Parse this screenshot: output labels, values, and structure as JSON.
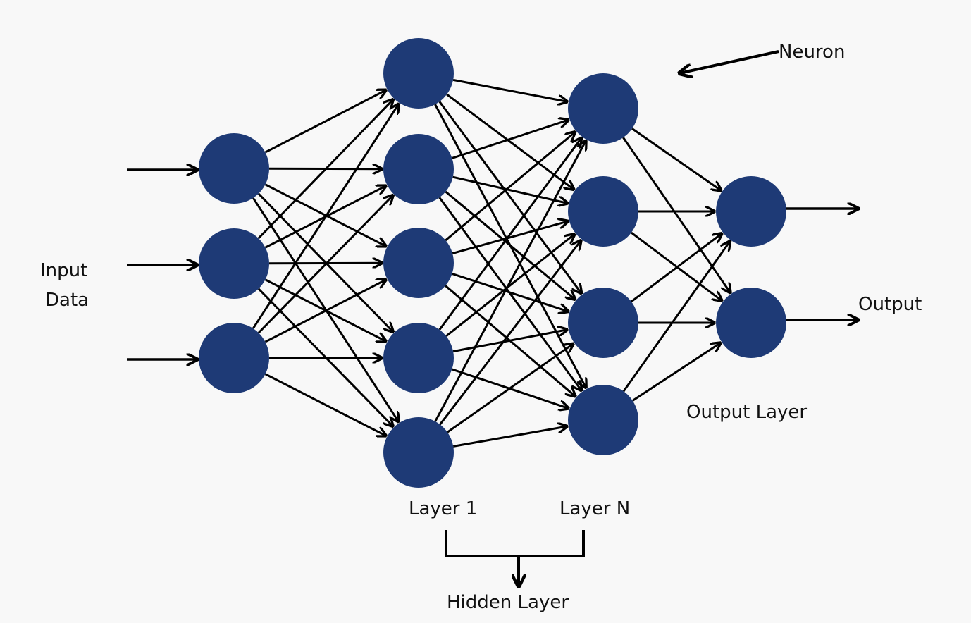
{
  "colors": {
    "neuron": "#1e3a76",
    "line": "#000000",
    "background": "#f8f8f8"
  },
  "layers": [
    {
      "id": "input",
      "neurons": 3
    },
    {
      "id": "hidden-1",
      "neurons": 5
    },
    {
      "id": "hidden-n",
      "neurons": 4
    },
    {
      "id": "output",
      "neurons": 2
    }
  ],
  "labels": {
    "input_line1": "Input",
    "input_line2": "Data",
    "neuron": "Neuron",
    "output": "Output",
    "output_layer": "Output Layer",
    "layer1": "Layer 1",
    "layerN": "Layer N",
    "hidden_layer": "Hidden Layer"
  }
}
